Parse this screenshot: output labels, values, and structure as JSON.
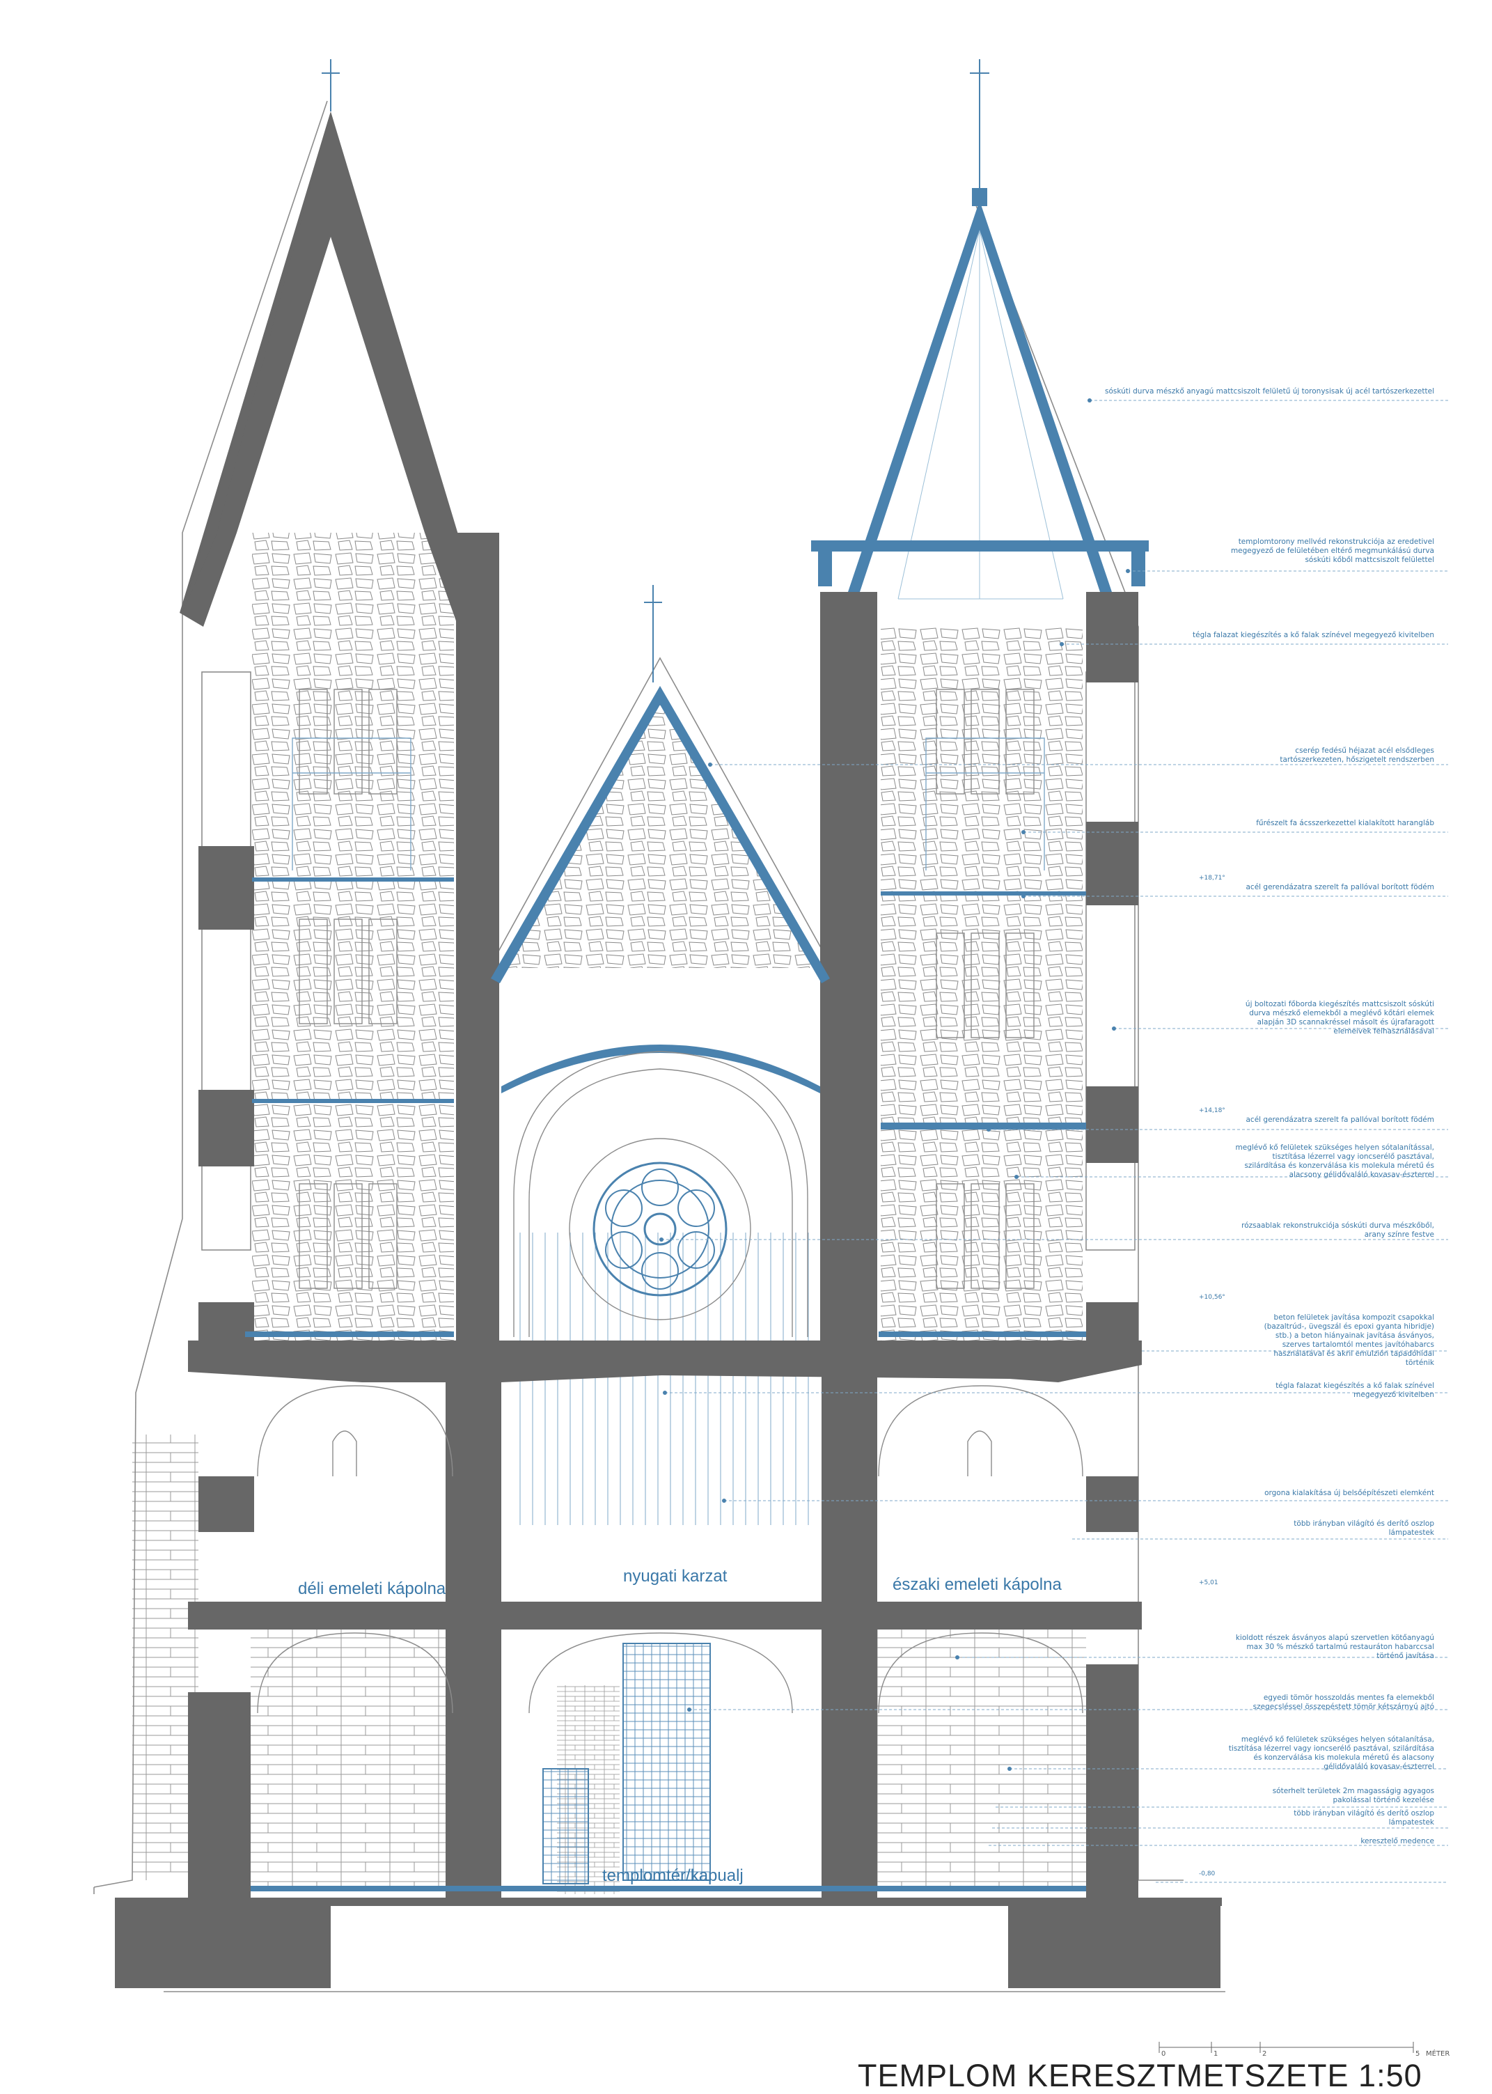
{
  "title": "TEMPLOM KERESZTMETSZETE 1:50",
  "rooms": {
    "south_chapel": "déli emeleti kápolna",
    "west_gallery": "nyugati karzat",
    "north_chapel": "északi emeleti kápolna",
    "nave_porch": "templomtér/kapualj"
  },
  "levels": [
    "+18,71°",
    "+14,18°",
    "+10,56°",
    "+5,01",
    "-0,80"
  ],
  "annotations": [
    [
      "sóskúti durva mészkő anyagú mattcsiszolt felületű új toronysisak új acél tartószerkezettel"
    ],
    [
      "templomtorony mellvéd rekonstrukciója az eredetivel",
      "megegyező de felületében eltérő megmunkálású durva",
      "sóskúti kőből mattcsiszolt felülettel"
    ],
    [
      "tégla falazat kiegészítés a kő falak színével megegyező kivitelben"
    ],
    [
      "cserép fedésű héjazat acél elsődleges",
      "tartószerkezeten, hőszigetelt rendszerben"
    ],
    [
      "fűrészelt fa ácsszerkezettel kialakított harangláb"
    ],
    [
      "acél gerendázatra szerelt fa pallóval borított födém"
    ],
    [
      "új boltozati főborda kiegészítés mattcsiszolt sóskúti",
      "durva mészkő elemekből a meglévő kőtári elemek",
      "alapján 3D scannakréssel másolt és újrafaragott",
      "elemeivek felhasználásával"
    ],
    [
      "acél gerendázatra szerelt fa pallóval borított födém"
    ],
    [
      "meglévő kő felületek szükséges helyen sótalanítással,",
      "tisztítása lézerrel vagy ioncserélő pasztával,",
      "szilárdítása és konzerválása kis molekula méretű és",
      "alacsony gélidővaláló kovasav-észterrel"
    ],
    [
      "rózsaablak rekonstrukciója sóskúti durva mészkőből,",
      "arany színre festve"
    ],
    [
      "beton felületek javítása kompozit csapokkal",
      "(bazaltrúd-, üvegszál és epoxi gyanta hibridje)",
      "stb.) a beton hiányainak javítása ásványos,",
      "szerves tartalomtól mentes javítóhabarcs",
      "használatával és akril emulzión tapadóhídal",
      "történik"
    ],
    [
      "tégla falazat kiegészítés a kő falak színével",
      "megegyező kivitelben"
    ],
    [
      "orgona kialakítása új belsőépítészeti elemként"
    ],
    [
      "több irányban világító és derítő oszlop",
      "lámpatestek"
    ],
    [
      "kioldott részek ásványos alapú szervetlen kötőanyagú",
      "max 30 % mészkő tartalmú restauráton habarccsal",
      "történő javítása"
    ],
    [
      "egyedi tömör hosszoldás mentes fa elemekből",
      "szegecsléssel összepéstett tömör kétszárnyú ajtó"
    ],
    [
      "meglévő kő felületek szükséges helyen sótalanítása,",
      "tisztítása lézerrel vagy ioncserélő pasztával, szilárdítása",
      "és konzerválása kis molekula méretű és alacsony",
      "gélidővaláló kovasav-észterrel"
    ],
    [
      "sóterhelt területek 2m magasságig agyagos",
      "pakolással történő kezelése"
    ],
    [
      "több irányban világító és derítő oszlop",
      "lámpatestek"
    ],
    [
      "keresztelő medence"
    ]
  ],
  "scale_bar": {
    "ticks": [
      "0",
      "1",
      "2",
      "5"
    ],
    "unit": "MÉTER"
  },
  "colors": {
    "wall_section": "#676767",
    "new_element": "#4a82ae",
    "line_work": "#7f7f7f",
    "annotation_text": "#3a78a8",
    "title_text": "#222222"
  }
}
